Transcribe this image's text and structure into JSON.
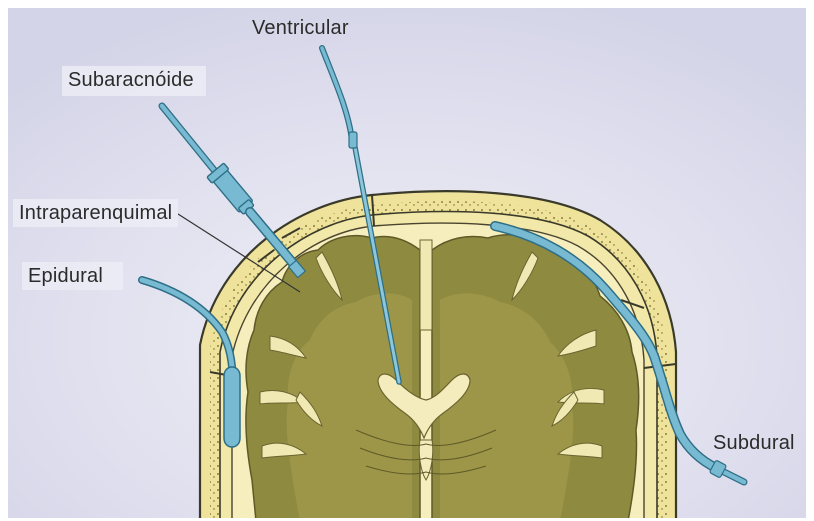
{
  "diagram": {
    "labels": {
      "ventricular": "Ventricular",
      "subaracnoide": "Subaracnóide",
      "intraparenquimal": "Intraparenquimal",
      "epidural": "Epidural",
      "subdural": "Subdural"
    }
  },
  "colors": {
    "background": "#dcdcec",
    "bone": "#efe39c",
    "bone_outline": "#3a3a2a",
    "dura": "#f3eab4",
    "cortex": "#8e8a40",
    "white_matter": "#9d9648",
    "csf_spaces": "#f1e9b3",
    "catheter": "#74b7d0",
    "catheter_outline": "#2f6f86"
  }
}
